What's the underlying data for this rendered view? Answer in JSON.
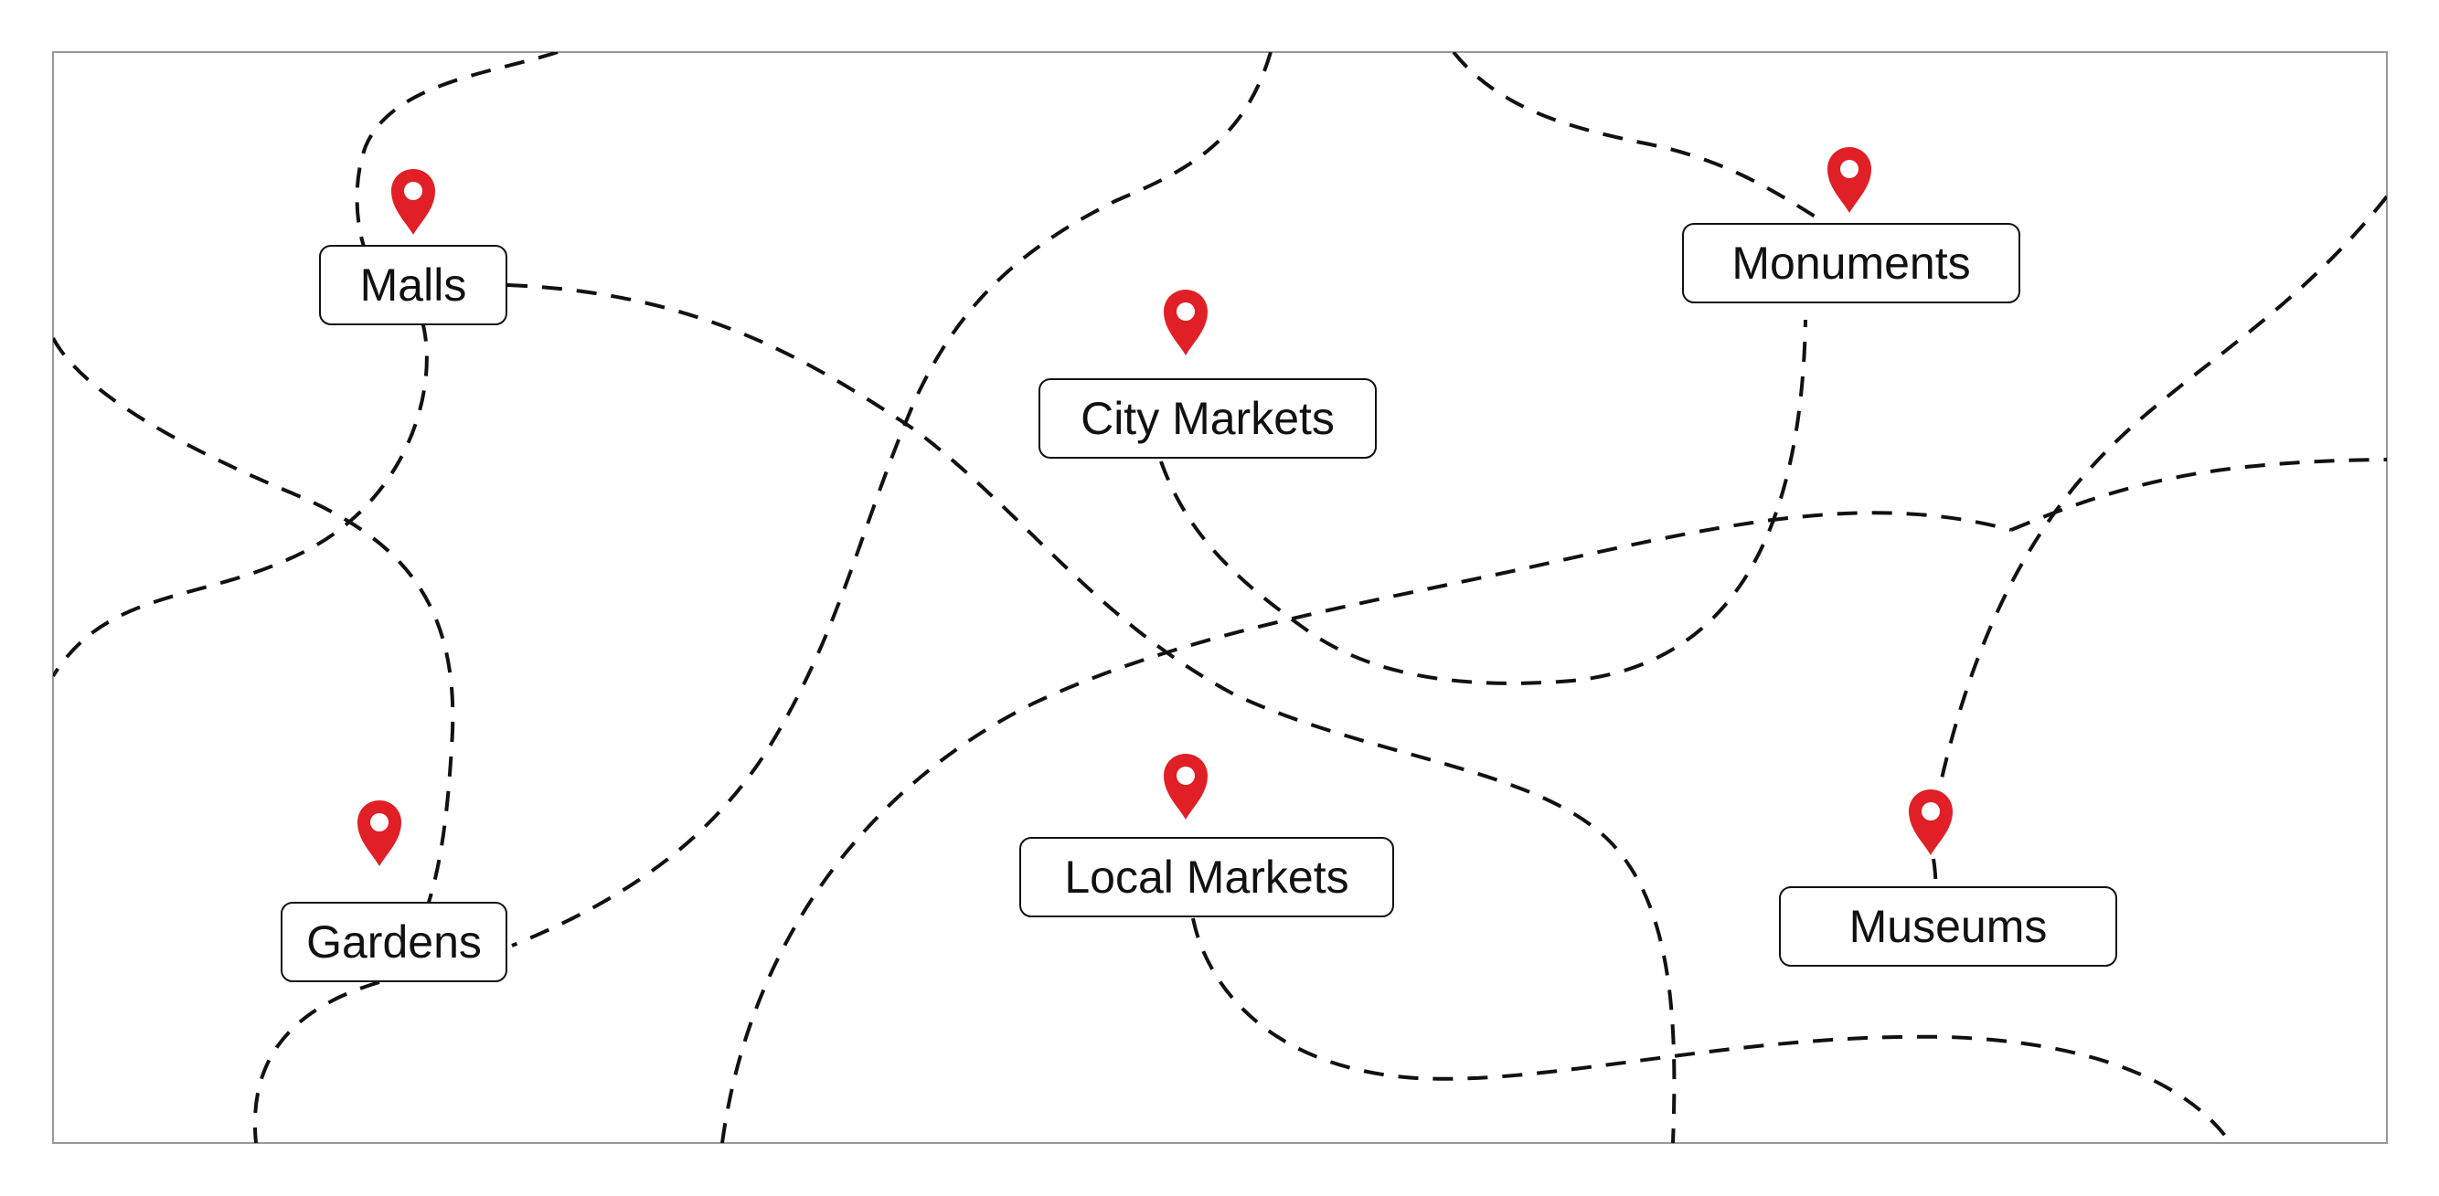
{
  "map": {
    "colors": {
      "pin": "#e11f26",
      "route": "#111111",
      "label_border": "#111111",
      "background": "#ffffff"
    },
    "places": [
      {
        "id": "malls",
        "label": "Malls",
        "icon": "map-pin-icon"
      },
      {
        "id": "city-markets",
        "label": "City Markets",
        "icon": "map-pin-icon"
      },
      {
        "id": "monuments",
        "label": "Monuments",
        "icon": "map-pin-icon"
      },
      {
        "id": "gardens",
        "label": "Gardens",
        "icon": "map-pin-icon"
      },
      {
        "id": "local-markets",
        "label": "Local Markets",
        "icon": "map-pin-icon"
      },
      {
        "id": "museums",
        "label": "Museums",
        "icon": "map-pin-icon"
      }
    ]
  }
}
